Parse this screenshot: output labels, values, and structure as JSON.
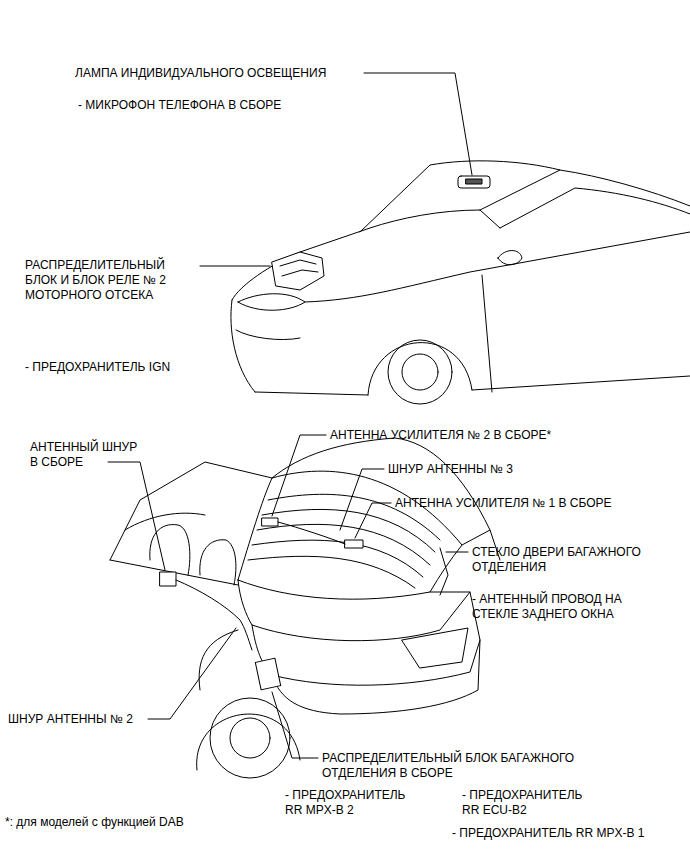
{
  "diagram": {
    "labels": [
      "ЛАМПА ИНДИВИДУАЛЬНОГО ОСВЕЩЕНИЯ",
      "- МИКРОФОН ТЕЛЕФОНА В СБОРЕ",
      "РАСПРЕДЕЛИТЕЛЬНЫЙ БЛОК И БЛОК РЕЛЕ № 2 МОТОРНОГО ОТСЕКА",
      "- ПРЕДОХРАНИТЕЛЬ IGN",
      "АНТЕННЫЙ ШНУР В СБОРЕ",
      "АНТЕННА УСИЛИТЕЛЯ № 2 В СБОРЕ*",
      "ШНУР АНТЕННЫ № 3",
      "АНТЕННА УСИЛИТЕЛЯ № 1 В СБОРЕ",
      "СТЕКЛО ДВЕРИ БАГАЖНОГО ОТДЕЛЕНИЯ",
      "- АНТЕННЫЙ ПРОВОД НА СТЕКЛЕ ЗАДНЕГО ОКНА",
      "ШНУР АНТЕННЫ № 2",
      "РАСПРЕДЕЛИТЕЛЬНЫЙ БЛОК БАГАЖНОГО ОТДЕЛЕНИЯ В СБОРЕ",
      "- ПРЕДОХРАНИТЕЛЬ RR MPX-B 2",
      "- ПРЕДОХРАНИТЕЛЬ RR ECU-B2",
      "- ПРЕДОХРАНИТЕЛЬ RR MPX-B 1",
      "*: для моделей с функцией DAB"
    ]
  }
}
